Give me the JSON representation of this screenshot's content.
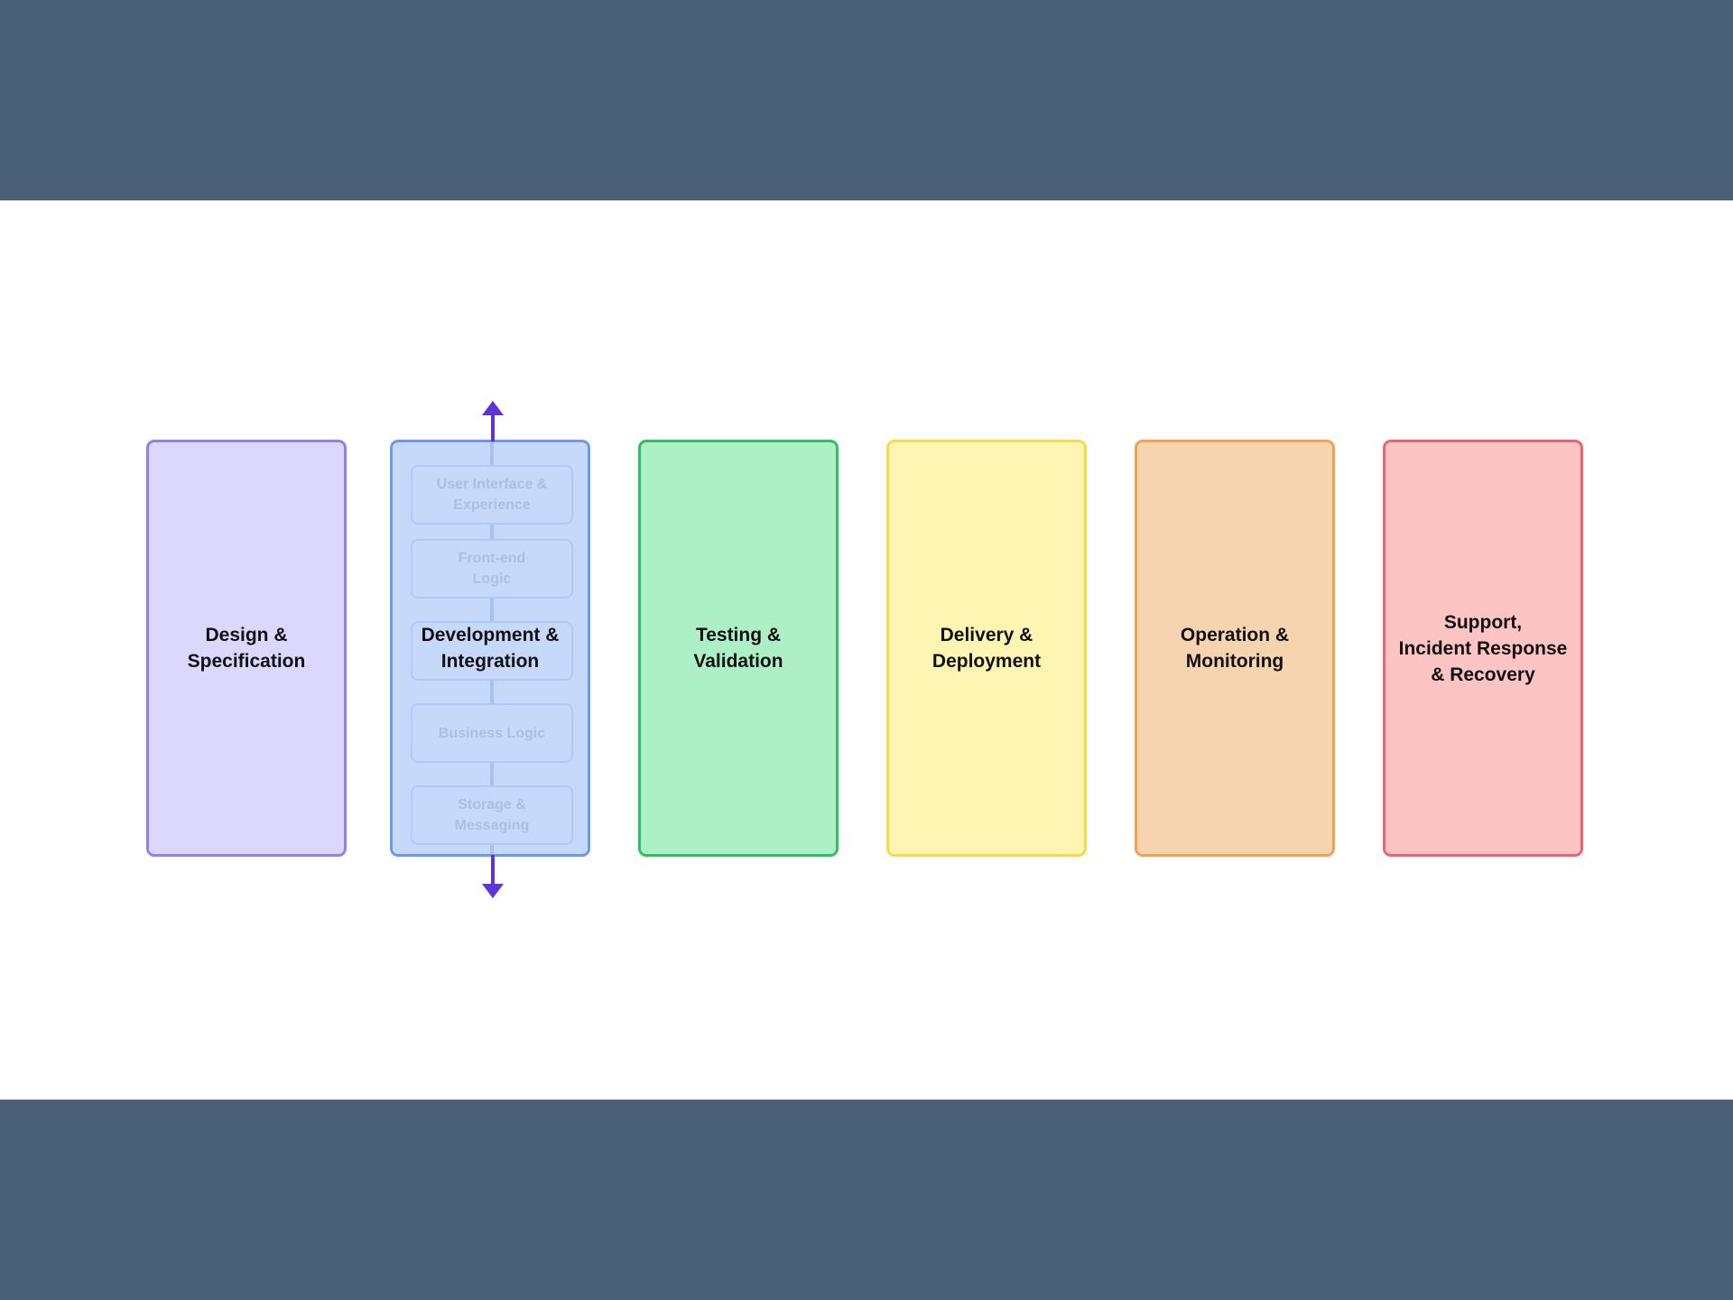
{
  "colors": {
    "frame": "#4a6078",
    "canvas": "#ffffff",
    "arrow": "#5b35d5"
  },
  "stages": [
    {
      "label": "Design &\nSpecification",
      "fill": "#dcd8fd",
      "border": "#8f82e8"
    },
    {
      "label": "Development &\nIntegration",
      "fill": "#c6d9fb",
      "border": "#6d99ea"
    },
    {
      "label": "Testing &\nValidation",
      "fill": "#aef0c6",
      "border": "#2fbf63"
    },
    {
      "label": "Delivery &\nDeployment",
      "fill": "#fef5b3",
      "border": "#f8d94c"
    },
    {
      "label": "Operation &\nMonitoring",
      "fill": "#f5d4af",
      "border": "#f39f55"
    },
    {
      "label": "Support,\nIncident Response\n& Recovery",
      "fill": "#fdc4c4",
      "border": "#ec6470"
    }
  ],
  "development_layers": [
    "User Interface &\nExperience",
    "Front-end\nLogic",
    "Business Logic",
    "Storage &\nMessaging"
  ]
}
